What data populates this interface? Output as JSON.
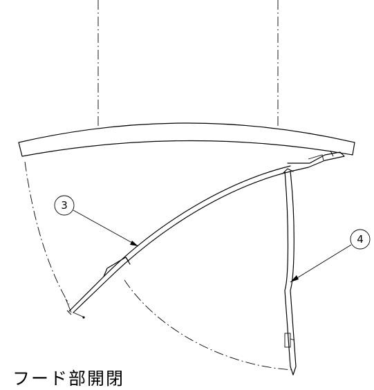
{
  "callouts": {
    "part3": "3",
    "part4": "4"
  },
  "caption": "フード部開閉"
}
